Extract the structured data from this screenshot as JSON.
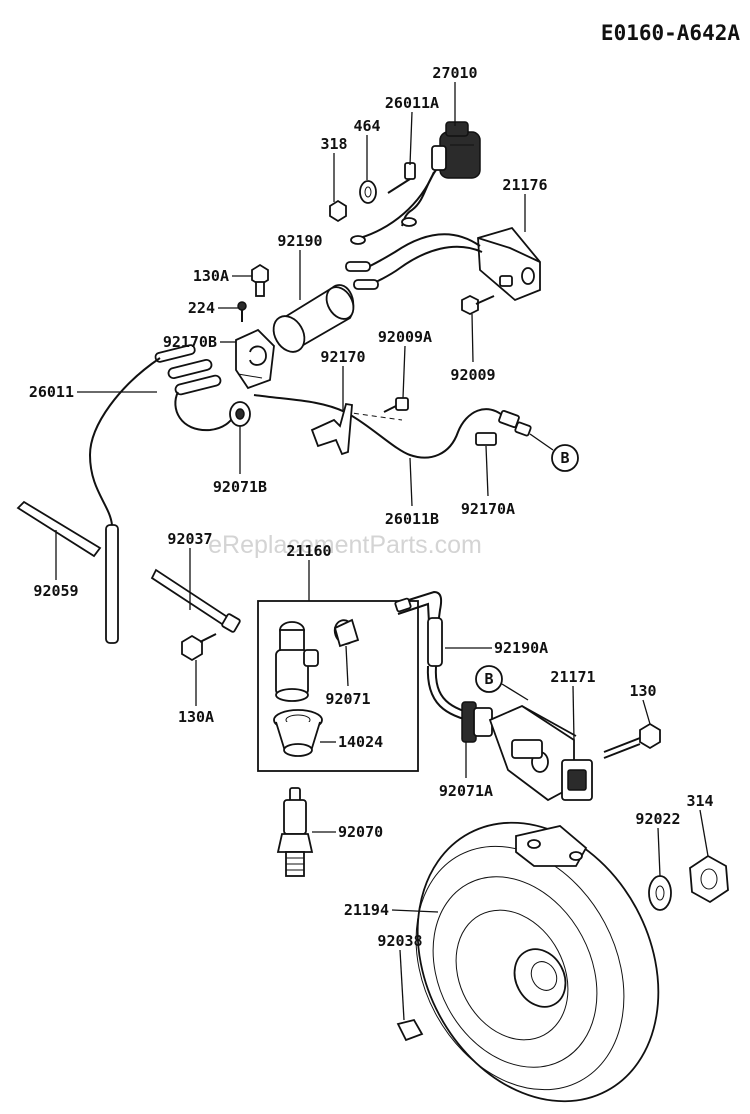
{
  "diagram_code": "E0160-A642A",
  "watermark": "eReplacementParts.com",
  "callouts": [
    {
      "id": "27010",
      "label": "27010"
    },
    {
      "id": "26011a",
      "label": "26011A"
    },
    {
      "id": "464",
      "label": "464"
    },
    {
      "id": "318",
      "label": "318"
    },
    {
      "id": "21176",
      "label": "21176"
    },
    {
      "id": "92190",
      "label": "92190"
    },
    {
      "id": "130a-top",
      "label": "130A"
    },
    {
      "id": "224",
      "label": "224"
    },
    {
      "id": "92170b",
      "label": "92170B"
    },
    {
      "id": "92009a",
      "label": "92009A"
    },
    {
      "id": "92170",
      "label": "92170"
    },
    {
      "id": "92009",
      "label": "92009"
    },
    {
      "id": "26011",
      "label": "26011"
    },
    {
      "id": "92071b",
      "label": "92071B"
    },
    {
      "id": "26011b",
      "label": "26011B"
    },
    {
      "id": "92170a",
      "label": "92170A"
    },
    {
      "id": "92037",
      "label": "92037"
    },
    {
      "id": "21160",
      "label": "21160"
    },
    {
      "id": "92059",
      "label": "92059"
    },
    {
      "id": "92190a",
      "label": "92190A"
    },
    {
      "id": "130a-bottom",
      "label": "130A"
    },
    {
      "id": "92071",
      "label": "92071"
    },
    {
      "id": "21171",
      "label": "21171"
    },
    {
      "id": "130",
      "label": "130"
    },
    {
      "id": "14024",
      "label": "14024"
    },
    {
      "id": "92071a",
      "label": "92071A"
    },
    {
      "id": "314",
      "label": "314"
    },
    {
      "id": "92022",
      "label": "92022"
    },
    {
      "id": "92070",
      "label": "92070"
    },
    {
      "id": "21194",
      "label": "21194"
    },
    {
      "id": "92038",
      "label": "92038"
    }
  ],
  "connectors": [
    {
      "id": "b-top",
      "label": "B"
    },
    {
      "id": "b-bottom",
      "label": "B"
    }
  ]
}
